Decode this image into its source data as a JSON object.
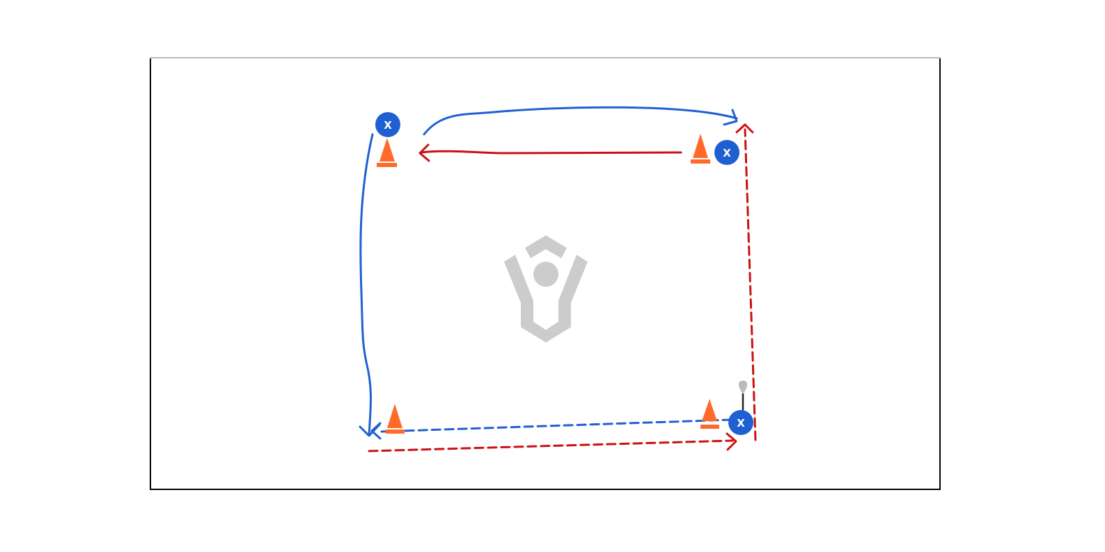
{
  "diagram": {
    "colors": {
      "player": "#1e5fd2",
      "player_text": "#ffffff",
      "cone": "#ff6a2b",
      "blue_path": "#2060d0",
      "red_path": "#cc1010",
      "watermark": "#cccccc",
      "field_border": "#000000",
      "field_top_border": "#bbbbbb",
      "stick": "#222222",
      "stick_head": "#bbbbbb"
    },
    "players": [
      {
        "id": "top-left",
        "label": "X"
      },
      {
        "id": "top-right",
        "label": "X"
      },
      {
        "id": "bottom-right",
        "label": "X",
        "has_stick": true
      }
    ],
    "cones": [
      "top-left",
      "top-right",
      "bottom-left",
      "bottom-right"
    ],
    "paths": [
      {
        "id": "top-pass",
        "color": "blue",
        "style": "solid",
        "from": "top-left",
        "to": "top-right"
      },
      {
        "id": "top-run",
        "color": "red",
        "style": "solid",
        "from": "top-right",
        "to": "top-left"
      },
      {
        "id": "left-run",
        "color": "blue",
        "style": "solid",
        "from": "top-left",
        "to": "bottom-left"
      },
      {
        "id": "bottom-pass",
        "color": "blue",
        "style": "dashed",
        "from": "bottom-right",
        "to": "bottom-left"
      },
      {
        "id": "bottom-run",
        "color": "red",
        "style": "dashed",
        "from": "bottom-left",
        "to": "bottom-right"
      },
      {
        "id": "right-run",
        "color": "red",
        "style": "dashed",
        "from": "bottom-right",
        "to": "top-right"
      }
    ],
    "watermark_icon": "lacrosse-logo-icon"
  }
}
